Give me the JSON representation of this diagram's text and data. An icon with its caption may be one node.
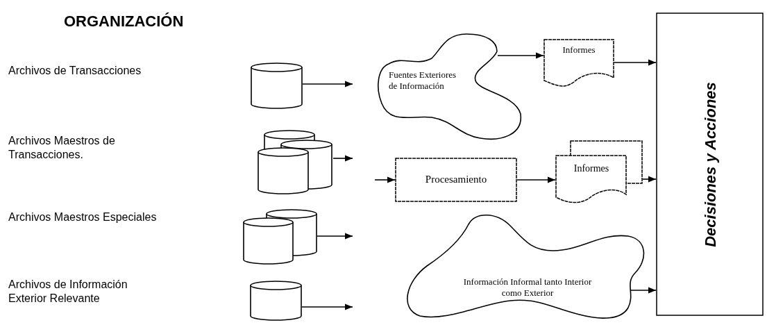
{
  "diagram": {
    "title": "ORGANIZACIÓN",
    "nodes": [
      {
        "text": [],
        "shape": "cylinder"
      },
      {
        "text": [],
        "shape": "cylinder"
      },
      {
        "text": [],
        "shape": "cylinder"
      },
      {
        "text": [],
        "shape": "cylinder"
      },
      {
        "text": [
          "Fuentes Exteriores de Información"
        ]
      },
      {
        "text": [
          "Informes"
        ]
      },
      {
        "text": [
          "Procesamiento"
        ]
      },
      {
        "text": [
          "Informes"
        ]
      },
      {
        "text": [
          "Información Informal tanto Interior como Exterior"
        ]
      },
      {
        "text": [
          "Decisiones y Acciones"
        ]
      }
    ],
    "edges": [
      {
        "from": 0,
        "to": null,
        "arrow": "to"
      },
      {
        "from": 1,
        "to": null,
        "arrow": "to"
      },
      {
        "from": 2,
        "to": null,
        "arrow": "to"
      },
      {
        "from": 3,
        "to": null,
        "arrow": "to"
      },
      {
        "from": null,
        "to": 6,
        "arrow": "to"
      },
      {
        "from": 4,
        "to": 5,
        "arrow": "to"
      },
      {
        "from": 6,
        "to": 7,
        "arrow": "to"
      },
      {
        "from": 5,
        "to": 9,
        "arrow": "to"
      },
      {
        "from": 7,
        "to": 9,
        "arrow": "to"
      },
      {
        "from": 8,
        "to": 9,
        "arrow": "to"
      }
    ],
    "labels": [
      "Archivos de Transacciones",
      "Archivos Maestros de Transacciones.",
      "Archivos Maestros Especiales",
      "Archivos de Información Exterior Relevante"
    ]
  }
}
